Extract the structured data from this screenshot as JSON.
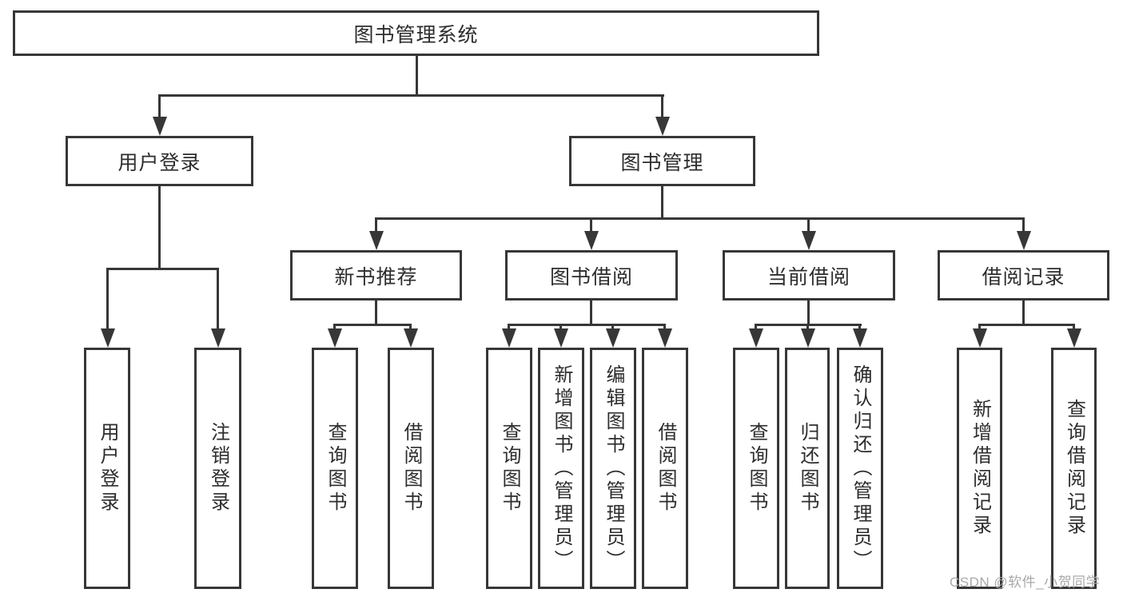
{
  "tree": {
    "root": {
      "label": "图书管理系统",
      "children": [
        {
          "label": "用户登录",
          "children": [
            {
              "label": "用户登录"
            },
            {
              "label": "注销登录"
            }
          ]
        },
        {
          "label": "图书管理",
          "children": [
            {
              "label": "新书推荐",
              "children": [
                {
                  "label": "查询图书"
                },
                {
                  "label": "借阅图书"
                }
              ]
            },
            {
              "label": "图书借阅",
              "children": [
                {
                  "label": "查询图书"
                },
                {
                  "label": "新增图书（管理员）"
                },
                {
                  "label": "编辑图书（管理员）"
                },
                {
                  "label": "借阅图书"
                }
              ]
            },
            {
              "label": "当前借阅",
              "children": [
                {
                  "label": "查询图书"
                },
                {
                  "label": "归还图书"
                },
                {
                  "label": "确认归还（管理员）"
                }
              ]
            },
            {
              "label": "借阅记录",
              "children": [
                {
                  "label": "新增借阅记录"
                },
                {
                  "label": "查询借阅记录"
                }
              ]
            }
          ]
        }
      ]
    }
  },
  "watermark": "CSDN @软件_小贺同学",
  "colors": {
    "line": "#373737",
    "text": "#2d2d2d",
    "background": "#ffffff",
    "watermark": "#a9a9a9"
  }
}
